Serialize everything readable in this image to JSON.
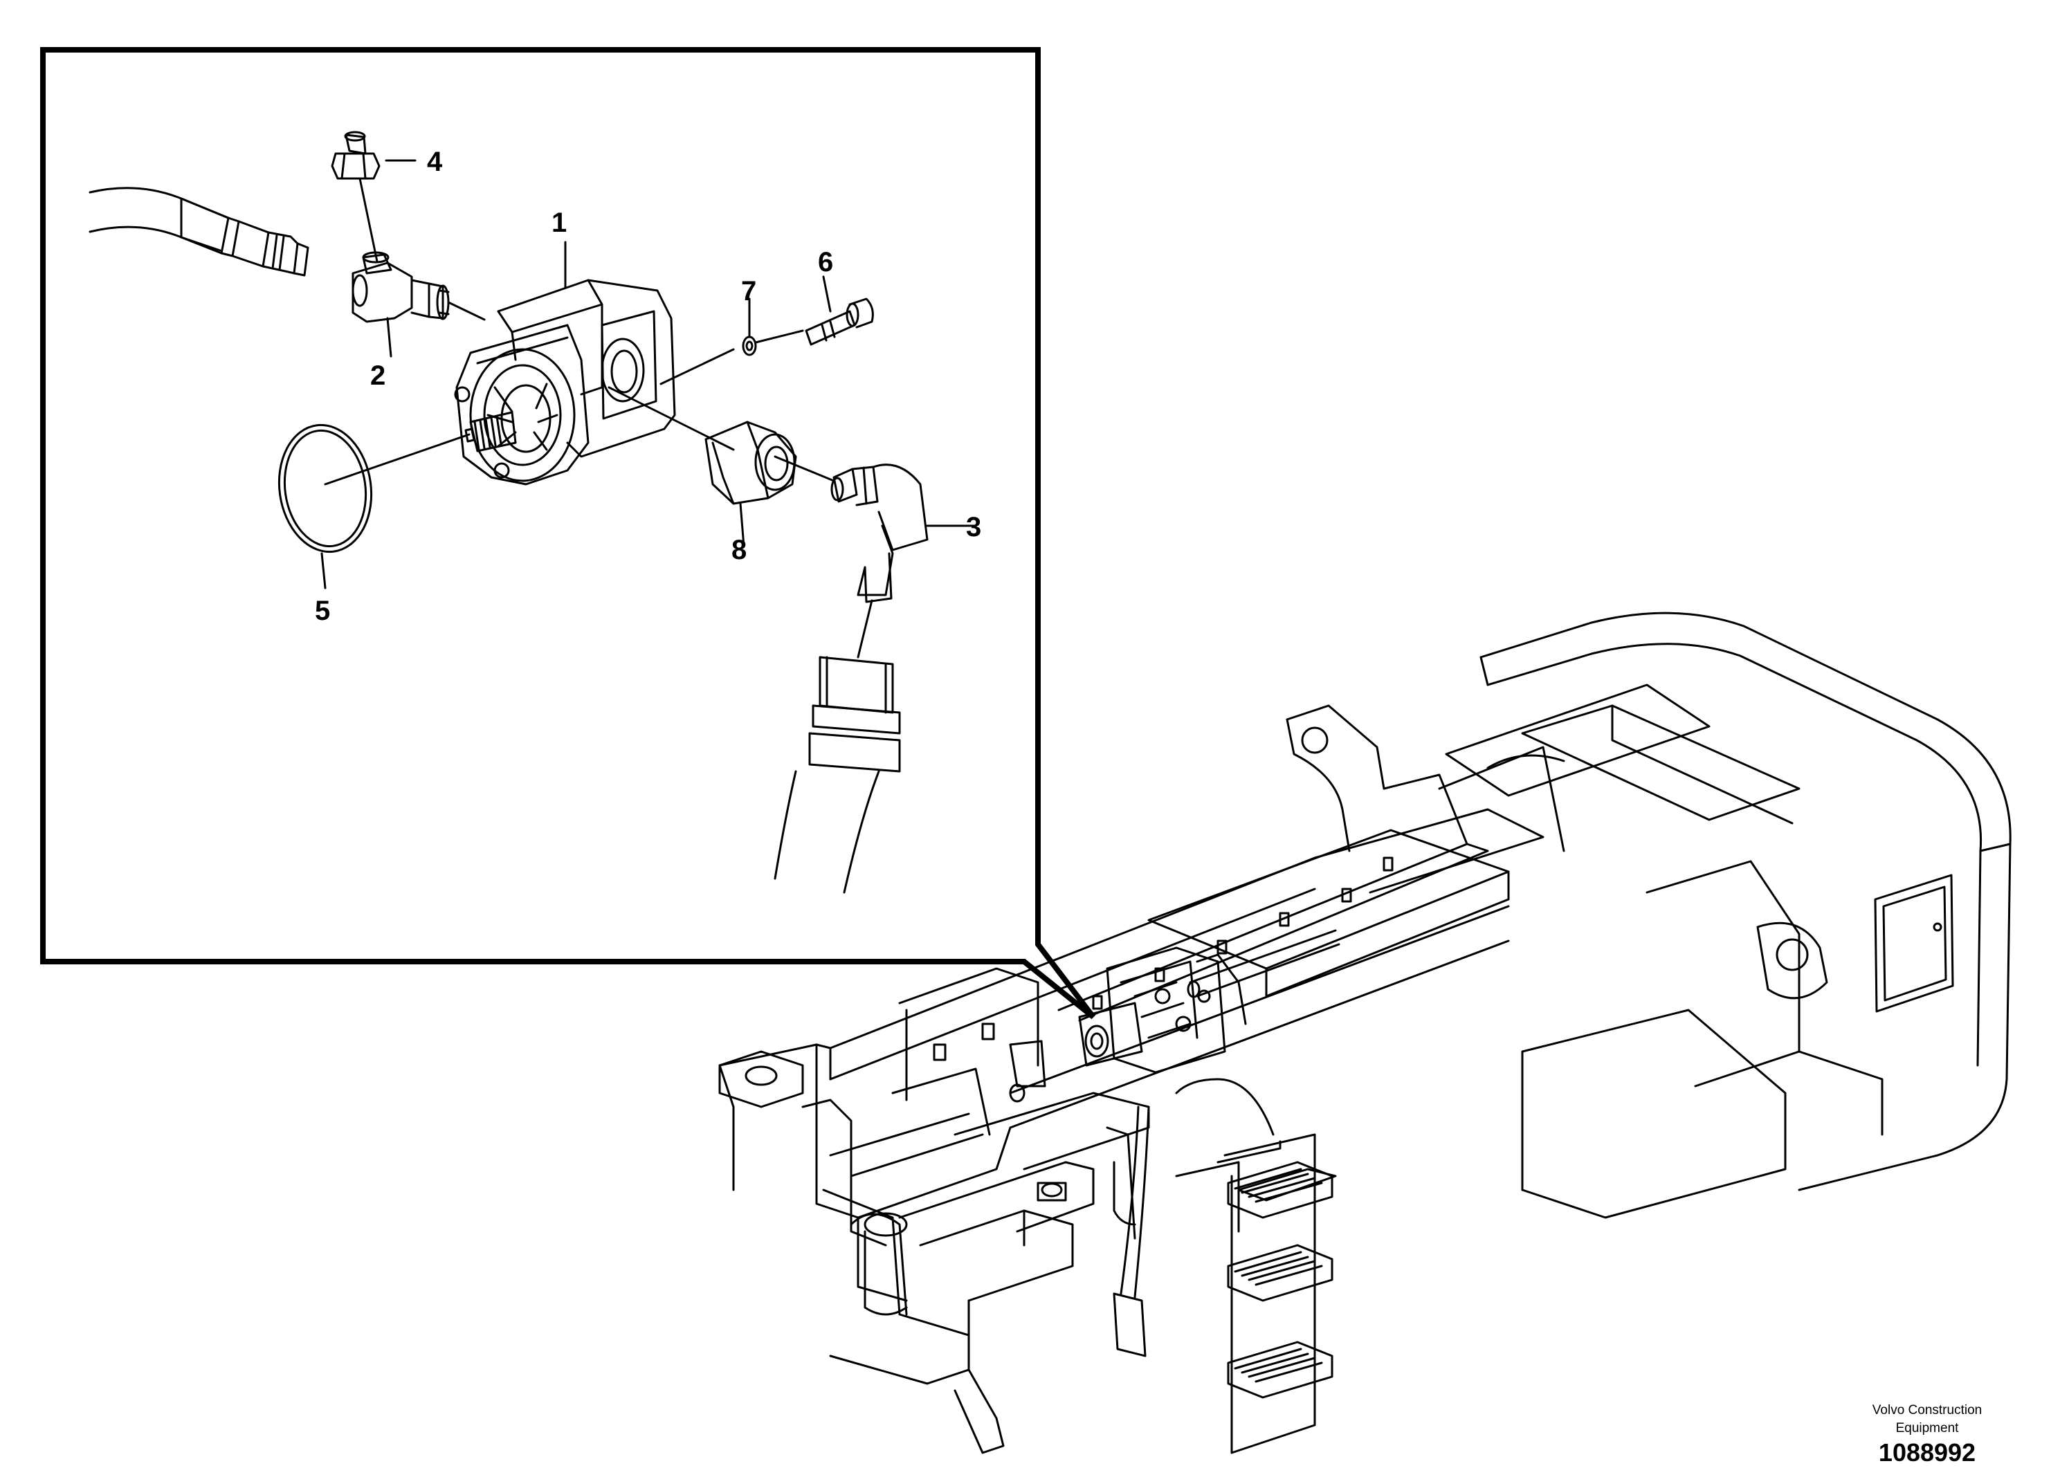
{
  "diagram": {
    "callouts": [
      {
        "id": "1",
        "label": "1",
        "part": "hydraulic gear pump"
      },
      {
        "id": "2",
        "label": "2",
        "part": "tee fitting"
      },
      {
        "id": "3",
        "label": "3",
        "part": "elbow fitting"
      },
      {
        "id": "4",
        "label": "4",
        "part": "plug / test point"
      },
      {
        "id": "5",
        "label": "5",
        "part": "o-ring"
      },
      {
        "id": "6",
        "label": "6",
        "part": "screw"
      },
      {
        "id": "7",
        "label": "7",
        "part": "washer"
      },
      {
        "id": "8",
        "label": "8",
        "part": "nut / adapter"
      }
    ]
  },
  "footer": {
    "publisher_line1": "Volvo Construction",
    "publisher_line2": "Equipment",
    "doc_number": "1088992"
  }
}
